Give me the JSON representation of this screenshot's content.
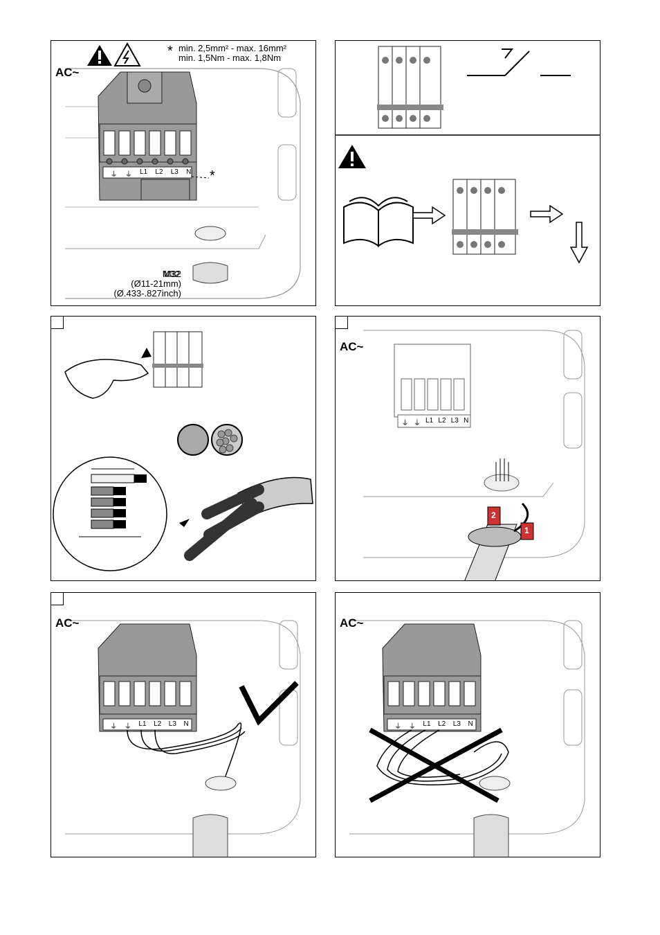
{
  "panel1": {
    "ac_label": "AC~",
    "spec_line1": "min. 2,5mm² - max. 16mm²",
    "spec_line2": "min. 1,5Nm  - max. 1,8Nm",
    "asterisk": "*",
    "terminal_labels": [
      "⏚",
      "⏚",
      "L1",
      "L2",
      "L3",
      "N"
    ],
    "gland_size": "M32",
    "gland_range_mm": "(Ø11-21mm)",
    "gland_range_inch": "(Ø.433-.827inch)"
  },
  "panel4": {
    "ac_label": "AC~",
    "terminal_labels": [
      "⏚",
      "⏚",
      "L1",
      "L2",
      "L3",
      "N"
    ],
    "arrow_steps": [
      "2",
      "1"
    ]
  },
  "panel5": {
    "ac_label": "AC~",
    "terminal_labels": [
      "⏚",
      "⏚",
      "L1",
      "L2",
      "L3",
      "N"
    ]
  },
  "panel6": {
    "ac_label": "AC~",
    "terminal_labels": [
      "⏚",
      "⏚",
      "L1",
      "L2",
      "L3",
      "N"
    ]
  }
}
